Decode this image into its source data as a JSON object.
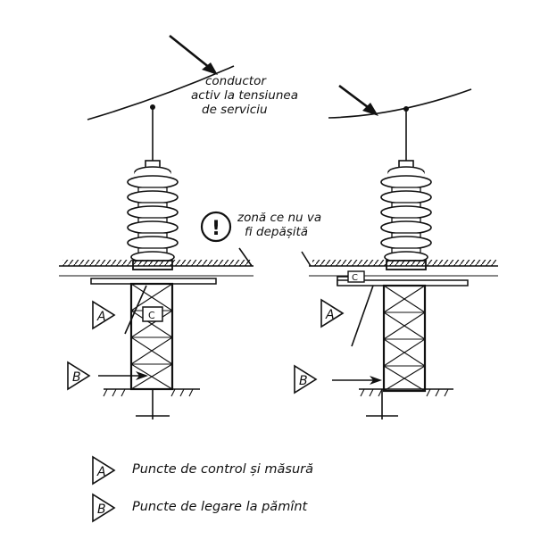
{
  "annotations": {
    "conductor_line1": "conductor",
    "conductor_line2": "activ la tensiunea",
    "conductor_line3": "de serviciu",
    "zone_line1": "zonă ce nu va",
    "zone_line2": "fi depășită",
    "warning_symbol": "!"
  },
  "markers": {
    "a": "A",
    "b": "B",
    "c": "C"
  },
  "legend": [
    {
      "key": "A",
      "text": "Puncte  de control și măsură"
    },
    {
      "key": "B",
      "text": "Puncte  de  legare  la pămînt"
    }
  ]
}
